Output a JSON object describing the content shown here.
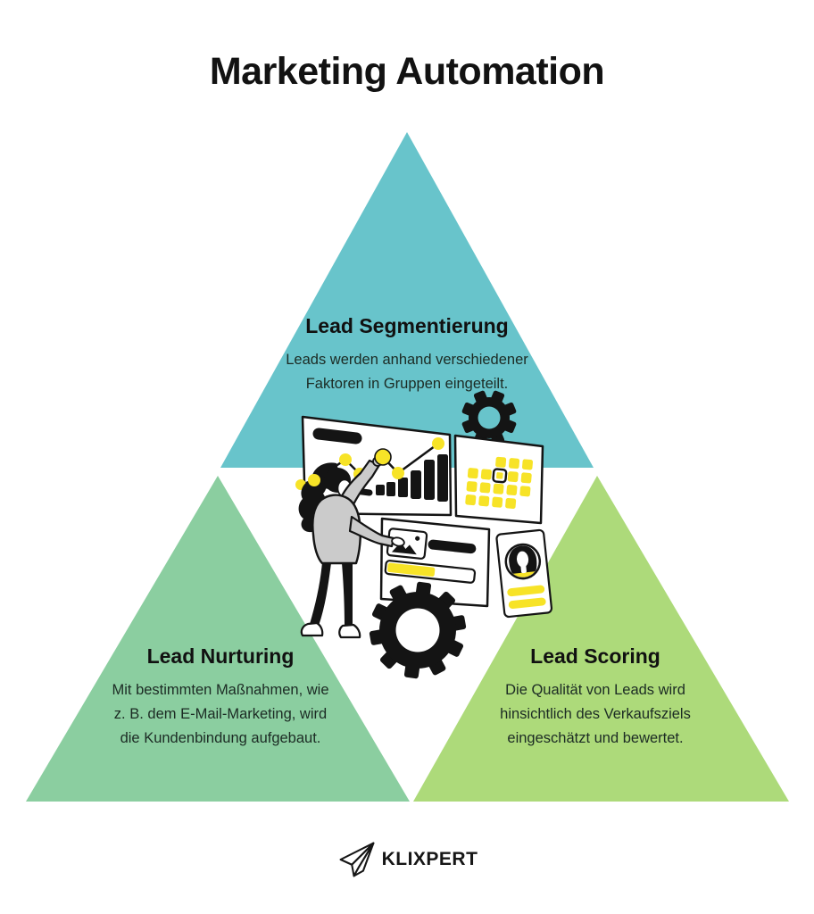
{
  "title": "Marketing Automation",
  "pyramid": {
    "top": {
      "heading": "Lead Segmentierung",
      "body_lines": [
        "Leads werden anhand verschiedener",
        "Faktoren in Gruppen eingeteilt."
      ],
      "color": "#68C4CB"
    },
    "left": {
      "heading": "Lead Nurturing",
      "body_lines": [
        "Mit bestimmten Maßnahmen, wie",
        "z. B. dem E-Mail-Marketing, wird",
        "die Kundenbindung aufgebaut."
      ],
      "color": "#8BCEA0"
    },
    "right": {
      "heading": "Lead Scoring",
      "body_lines": [
        "Die Qualität von Leads wird",
        "hinsichtlich des Verkaufsziels",
        "eingeschätzt und bewertet."
      ],
      "color": "#ADDA7A"
    }
  },
  "illustration": {
    "description": "person-at-analytics-dashboard-with-gears",
    "accent_yellow": "#F7E327",
    "sweater_gray": "#CBCBCB",
    "ink": "#141414",
    "icons": [
      "gear-icon",
      "bar-chart-icon",
      "line-chart-icon",
      "segment-grid-icon",
      "image-placeholder-icon",
      "profile-card-icon",
      "progress-bar-icon"
    ]
  },
  "footer": {
    "brand": "KLIXPERT",
    "logo_icon": "paper-plane-icon"
  }
}
